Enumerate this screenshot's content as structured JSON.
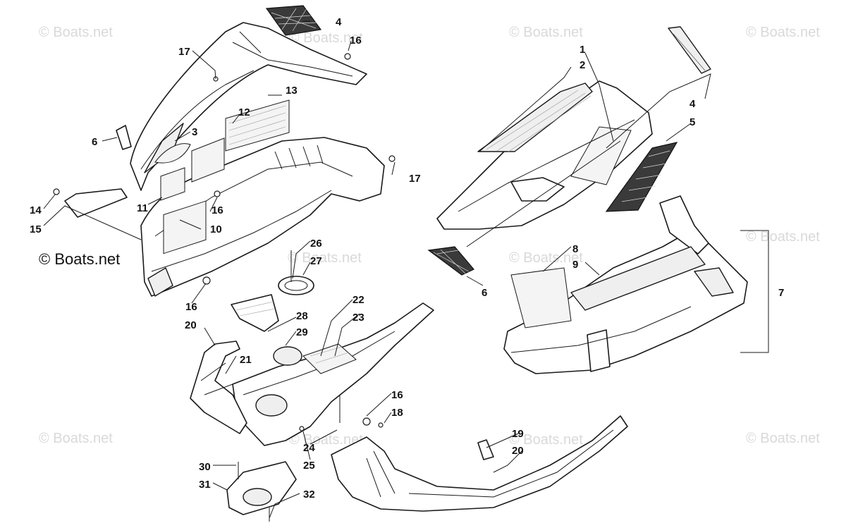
{
  "watermark": "© Boats.net",
  "callouts": [
    "1",
    "2",
    "3",
    "4",
    "4",
    "5",
    "6",
    "6",
    "7",
    "8",
    "9",
    "10",
    "11",
    "12",
    "13",
    "14",
    "15",
    "16",
    "16",
    "16",
    "16",
    "17",
    "17",
    "18",
    "19",
    "20",
    "20",
    "21",
    "22",
    "23",
    "24",
    "25",
    "26",
    "27",
    "28",
    "29",
    "30",
    "31",
    "32"
  ]
}
